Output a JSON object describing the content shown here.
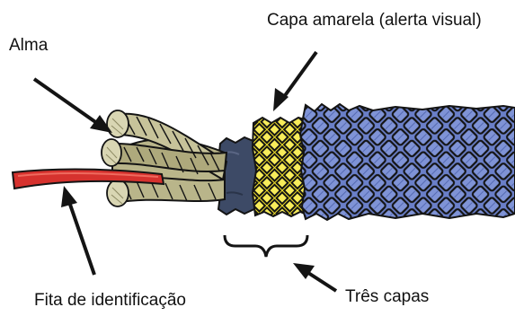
{
  "labels": {
    "alma": "Alma",
    "capa_amarela": "Capa amarela (alerta visual)",
    "fita": "Fita de identificação",
    "tres_capas": "Três capas"
  },
  "colors": {
    "core_strand": "#b9b58a",
    "core_strand_dark": "#8d8a63",
    "red_tape": "#d6322e",
    "inner_sheath": "#3d4a66",
    "yellow_sheath": "#f2e22a",
    "blue_sheath": "#6a7fc8",
    "outline": "#141414"
  }
}
